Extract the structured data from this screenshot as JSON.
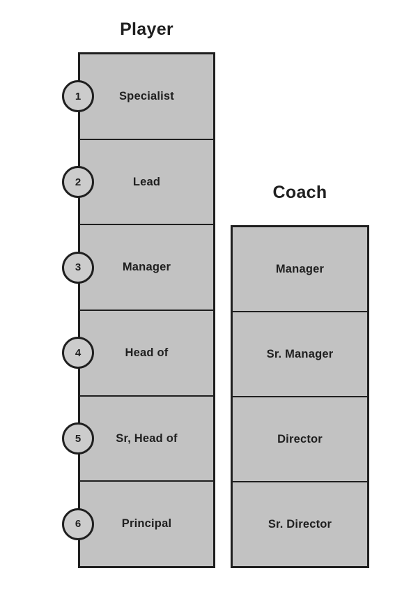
{
  "player": {
    "title": "Player",
    "levels": [
      {
        "num": "1",
        "label": "Specialist"
      },
      {
        "num": "2",
        "label": "Lead"
      },
      {
        "num": "3",
        "label": "Manager"
      },
      {
        "num": "4",
        "label": "Head of"
      },
      {
        "num": "5",
        "label": "Sr, Head of"
      },
      {
        "num": "6",
        "label": "Principal"
      }
    ]
  },
  "coach": {
    "title": "Coach",
    "levels": [
      {
        "label": "Manager"
      },
      {
        "label": "Sr. Manager"
      },
      {
        "label": "Director"
      },
      {
        "label": "Sr. Director"
      }
    ]
  },
  "colors": {
    "background": "#ffffff",
    "cell_fill": "#c2c2c2",
    "badge_fill": "#cccccc",
    "border": "#1f1f1f",
    "text": "#1f1f1f"
  }
}
